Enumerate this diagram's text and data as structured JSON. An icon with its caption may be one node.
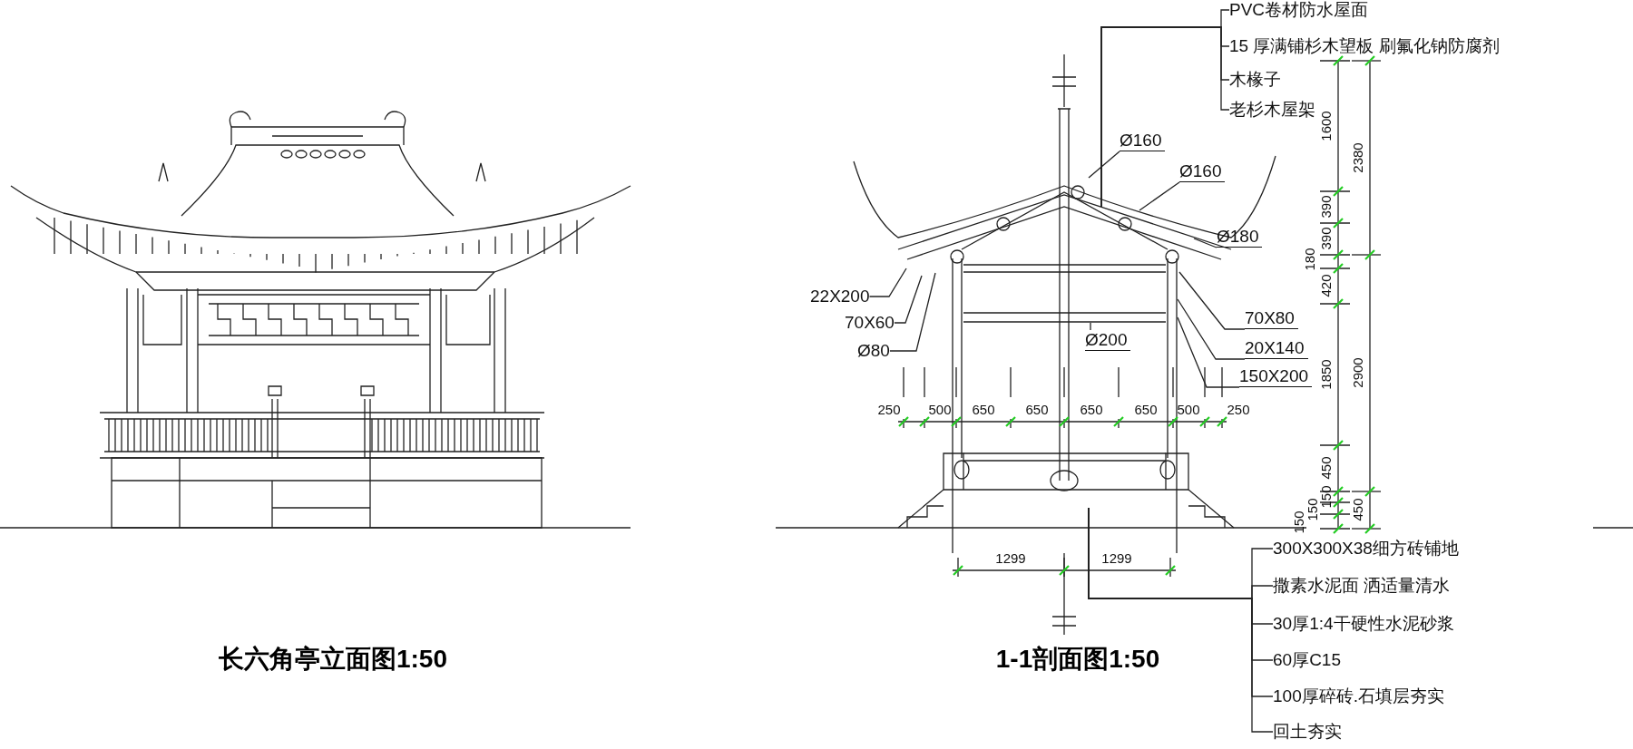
{
  "diagram": {
    "nodes": [
      {
        "text": [
          "PVC卷材防水屋面"
        ]
      },
      {
        "text": [
          "15 厚满铺杉木望板 刷氟化钠防腐剂"
        ]
      },
      {
        "text": [
          "木椽子"
        ]
      },
      {
        "text": [
          "老杉木屋架"
        ]
      },
      {
        "text": [
          "Ø160"
        ]
      },
      {
        "text": [
          "Ø160"
        ]
      },
      {
        "text": [
          "Ø180"
        ]
      },
      {
        "text": [
          "Ø200"
        ]
      },
      {
        "text": [
          "22X200"
        ]
      },
      {
        "text": [
          "70X60"
        ]
      },
      {
        "text": [
          "Ø80"
        ]
      },
      {
        "text": [
          "70X80"
        ]
      },
      {
        "text": [
          "20X140"
        ]
      },
      {
        "text": [
          "150X200"
        ]
      },
      {
        "text": [
          "300X300X38细方砖铺地"
        ]
      },
      {
        "text": [
          "撒素水泥面 洒适量清水"
        ]
      },
      {
        "text": [
          "30厚1:4干硬性水泥砂浆"
        ]
      },
      {
        "text": [
          "60厚C15"
        ]
      },
      {
        "text": [
          "100厚碎砖.石填层夯实"
        ]
      },
      {
        "text": [
          "回土夯实"
        ]
      }
    ],
    "edges": [
      {
        "from": 0,
        "to": null,
        "arrow": "none"
      },
      {
        "from": 1,
        "to": null,
        "arrow": "none"
      },
      {
        "from": 2,
        "to": null,
        "arrow": "none"
      },
      {
        "from": 3,
        "to": null,
        "arrow": "none"
      },
      {
        "from": 4,
        "to": null,
        "arrow": "none"
      },
      {
        "from": 5,
        "to": null,
        "arrow": "none"
      },
      {
        "from": 6,
        "to": null,
        "arrow": "none"
      },
      {
        "from": 7,
        "to": null,
        "arrow": "none"
      },
      {
        "from": 8,
        "to": null,
        "arrow": "none"
      },
      {
        "from": 9,
        "to": null,
        "arrow": "none"
      },
      {
        "from": 10,
        "to": null,
        "arrow": "none"
      },
      {
        "from": 11,
        "to": null,
        "arrow": "none"
      },
      {
        "from": 12,
        "to": null,
        "arrow": "none"
      },
      {
        "from": 13,
        "to": null,
        "arrow": "none"
      },
      {
        "from": 14,
        "to": null,
        "arrow": "none"
      },
      {
        "from": 15,
        "to": null,
        "arrow": "none"
      },
      {
        "from": 16,
        "to": null,
        "arrow": "none"
      },
      {
        "from": 17,
        "to": null,
        "arrow": "none"
      },
      {
        "from": 18,
        "to": null,
        "arrow": "none"
      },
      {
        "from": 19,
        "to": null,
        "arrow": "none"
      }
    ],
    "labels": [
      "250",
      "500",
      "650",
      "650",
      "650",
      "650",
      "500",
      "250",
      "1299",
      "1299",
      "1600",
      "390",
      "390",
      "180",
      "420",
      "1850",
      "450",
      "150",
      "150",
      "150",
      "2380",
      "2900",
      "450",
      "长六角亭立面图1:50",
      "1-1剖面图1:50"
    ]
  }
}
